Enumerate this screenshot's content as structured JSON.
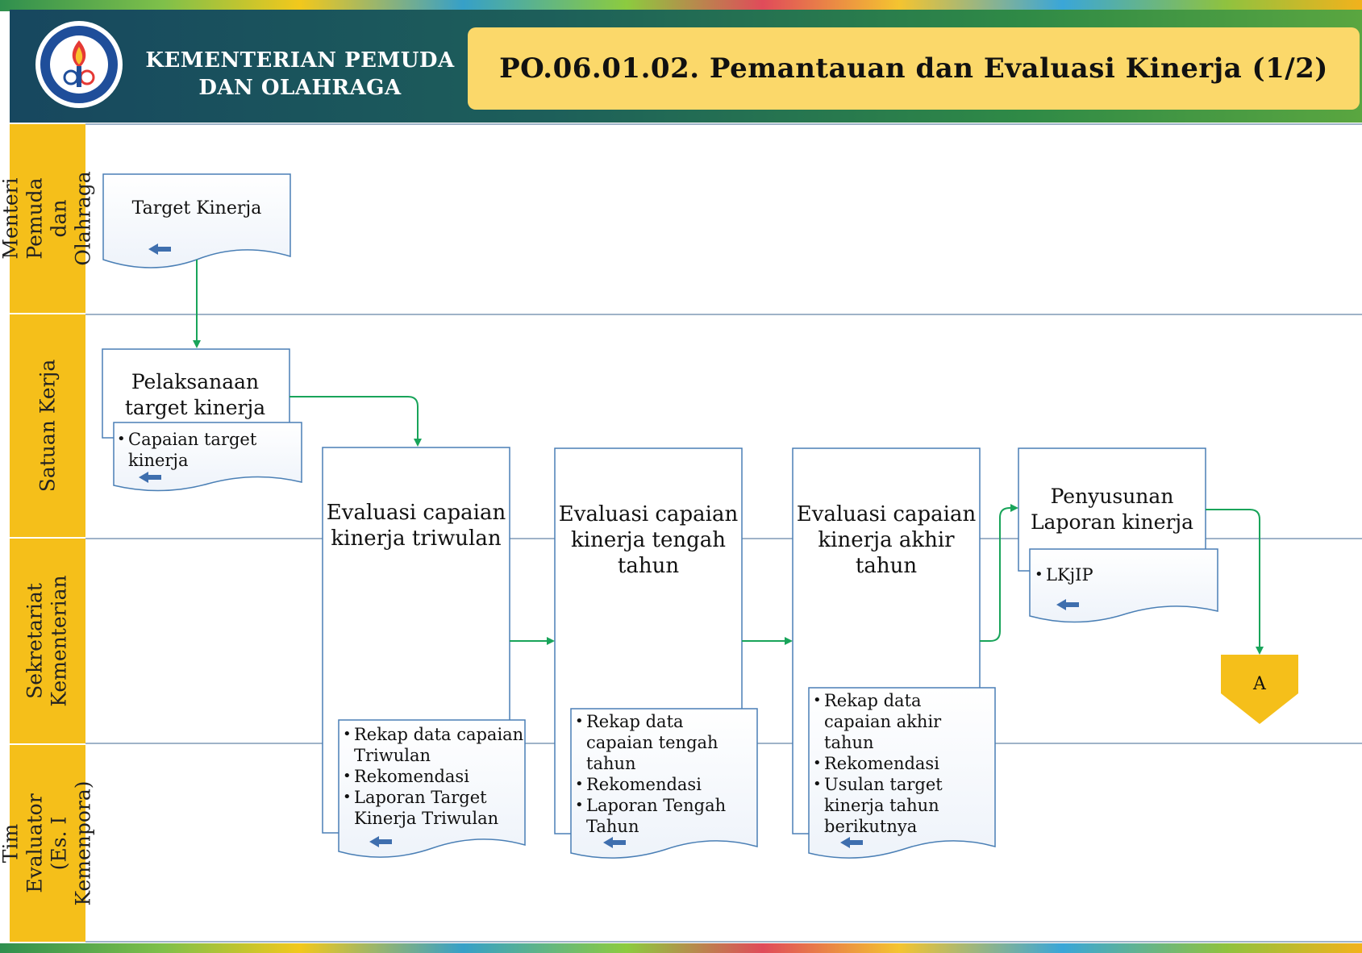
{
  "header": {
    "ministry": "KEMENTERIAN PEMUDA DAN OLAHRAGA",
    "title": "PO.06.01.02.  Pemantauan  dan Evaluasi Kinerja (1/2)"
  },
  "lanes": [
    {
      "label": "Menteri Pemuda dan Olahraga"
    },
    {
      "label": "Satuan Kerja"
    },
    {
      "label": "Sekretariat Kementerian"
    },
    {
      "label": "Tim Evaluator (Es. I Kemenpora)"
    }
  ],
  "nodes": {
    "target_kinerja": {
      "label": "Target Kinerja"
    },
    "pelaksanaan": {
      "label": "Pelaksanaan target kinerja"
    },
    "capaian_doc": {
      "items": [
        "Capaian target kinerja"
      ]
    },
    "eval_triwulan": {
      "label": "Evaluasi capaian kinerja triwulan"
    },
    "eval_triwulan_doc": {
      "items": [
        "Rekap data capaian Triwulan",
        "Rekomendasi",
        "Laporan Target Kinerja Triwulan"
      ]
    },
    "eval_tengah": {
      "label": "Evaluasi capaian kinerja tengah tahun"
    },
    "eval_tengah_doc": {
      "items": [
        "Rekap data capaian tengah tahun",
        "Rekomendasi",
        "Laporan Tengah Tahun"
      ]
    },
    "eval_akhir": {
      "label": "Evaluasi capaian kinerja akhir tahun"
    },
    "eval_akhir_doc": {
      "items": [
        "Rekap data capaian akhir tahun",
        "Rekomendasi",
        "Usulan target kinerja tahun berikutnya"
      ]
    },
    "penyusunan": {
      "label": "Penyusunan Laporan kinerja"
    },
    "lkjip_doc": {
      "items": [
        "LKjIP"
      ]
    },
    "connector": {
      "label": "A"
    }
  },
  "colors": {
    "lane_label": "#f5bf1a",
    "flow_arrow": "#19a45a",
    "box_border": "#4a7fb5",
    "doc_arrow": "#3f6fae",
    "connector": "#f5bf1a",
    "title_box": "#fbd86a"
  }
}
